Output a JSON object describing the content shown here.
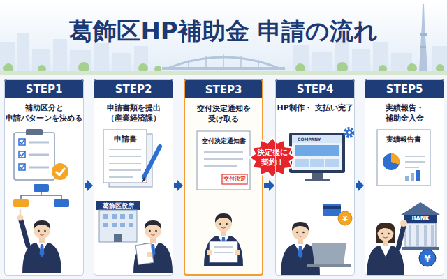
{
  "diagram": {
    "title": "葛飾区HP補助金 申請の流れ",
    "nodes": [
      {
        "text": [
          "STEP1",
          "補助区分と 申請パターンを決める"
        ]
      },
      {
        "text": [
          "STEP2",
          "申請書類を提出 （産業経済課）"
        ]
      },
      {
        "text": [
          "STEP3",
          "交付決定通知を 受け取る"
        ]
      },
      {
        "text": [
          "決定後に 契約！"
        ]
      },
      {
        "text": [
          "STEP4",
          "HP制作・ 支払い完了"
        ]
      },
      {
        "text": [
          "STEP5",
          "実績報告・ 補助金入金"
        ]
      }
    ],
    "edges": [
      {
        "from": 0,
        "to": 1,
        "arrow": "to"
      },
      {
        "from": 1,
        "to": 2,
        "arrow": "to"
      },
      {
        "from": 2,
        "to": 4,
        "arrow": "to"
      },
      {
        "from": 4,
        "to": 5,
        "arrow": "to"
      }
    ],
    "labels": [
      "申請書",
      "葛飾区役所",
      "交付決定通知書",
      "交付決定",
      "COMPANY",
      "¥",
      "実績報告書",
      "BANK",
      "¥"
    ]
  }
}
